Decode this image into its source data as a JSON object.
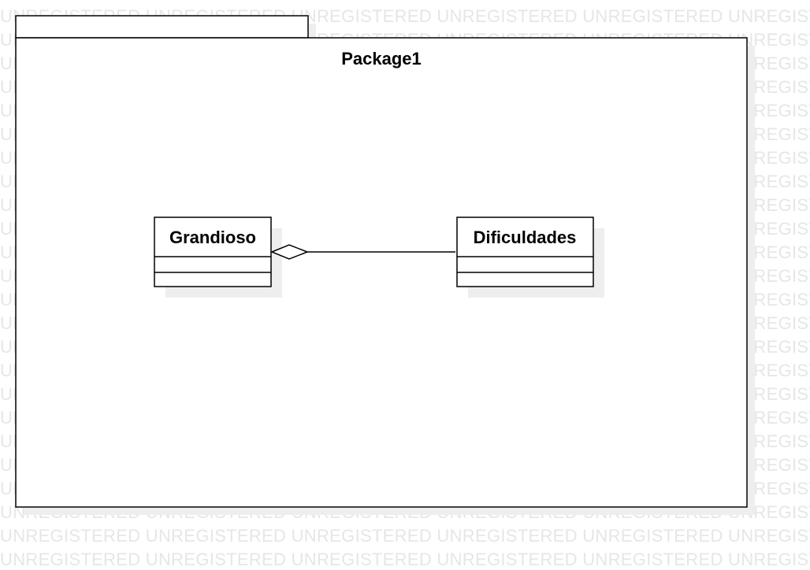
{
  "watermark": {
    "text": "UNREGISTERED"
  },
  "package": {
    "name": "Package1"
  },
  "classes": {
    "grandioso": {
      "name": "Grandioso"
    },
    "dificuldades": {
      "name": "Dificuldades"
    }
  },
  "relationship": {
    "type": "aggregation",
    "whole": "Grandioso",
    "part": "Dificuldades"
  },
  "colors": {
    "stroke": "#000000",
    "fill": "#ffffff",
    "shadow": "#eeeeee",
    "watermark": "#e6e6e6"
  }
}
